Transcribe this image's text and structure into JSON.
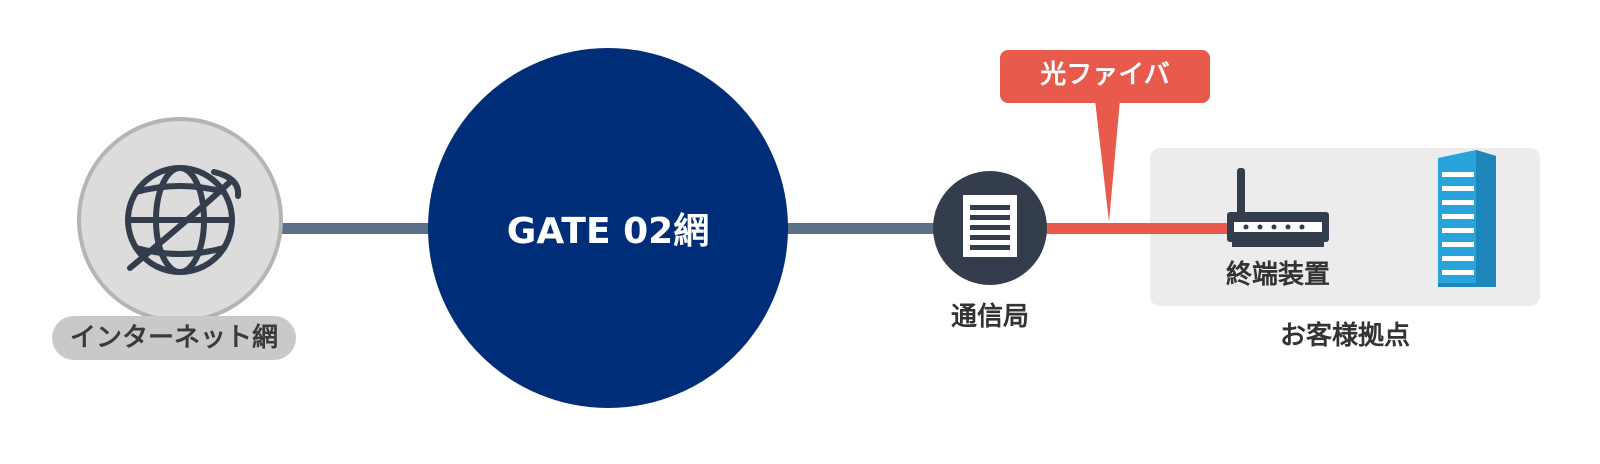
{
  "diagram": {
    "internet": {
      "label": "インターネット網",
      "icon": "globe-icon"
    },
    "gate_network": {
      "label": "GATE 02網"
    },
    "telecom_office": {
      "label": "通信局",
      "icon": "server-icon"
    },
    "fiber": {
      "label": "光ファイバ"
    },
    "customer_site": {
      "label": "お客様拠点",
      "terminal_label": "終端装置",
      "terminal_icon": "router-icon",
      "building_icon": "building-icon"
    }
  },
  "colors": {
    "navy": "#002d78",
    "link_line": "#5d7089",
    "fiber_red": "#e85a4b",
    "node_dark": "#333d4c",
    "globe_fill": "#dcdcdc",
    "panel_bg": "#ececec",
    "building_blue": "#29a3dc"
  }
}
